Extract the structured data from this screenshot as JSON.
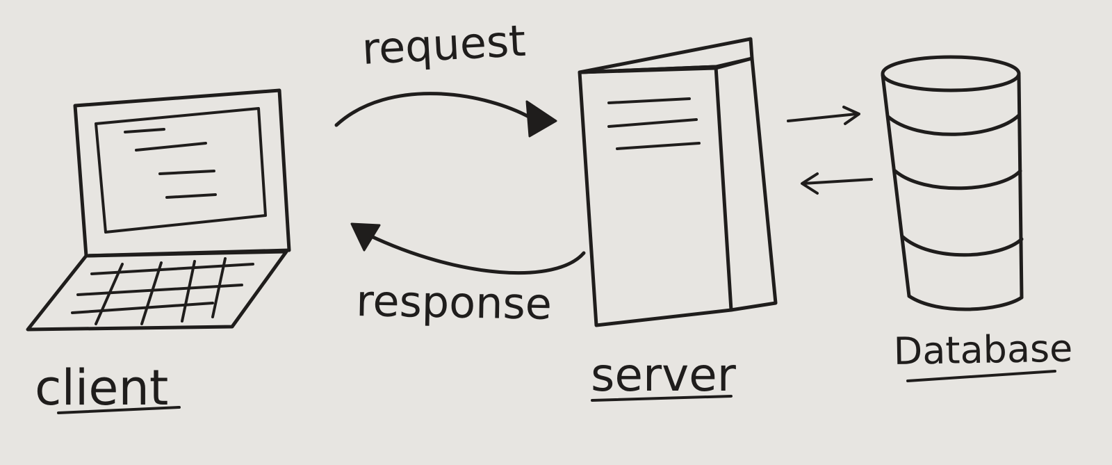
{
  "labels": {
    "request": "request",
    "response": "response",
    "client": "client",
    "server": "server",
    "database": "Database"
  },
  "colors": {
    "paper": "#e7e5e1",
    "ink": "#1f1d1c"
  },
  "icons": {
    "client": "laptop-icon",
    "server": "server-tower-icon",
    "database": "database-cylinder-icon"
  }
}
